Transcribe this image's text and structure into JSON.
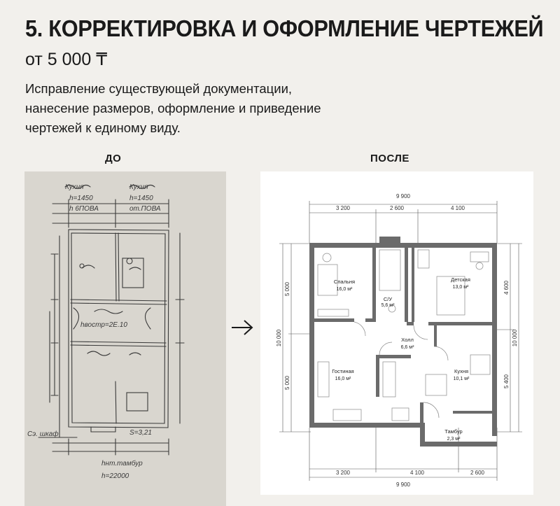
{
  "header": {
    "title": "5. КОРРЕКТИРОВКА И ОФОРМЛЕНИЕ ЧЕРТЕЖЕЙ",
    "price": "от 5 000 ₸",
    "description_lines": [
      "Исправление существующей документации,",
      "нанесение размеров, оформление и приведение",
      "чертежей к единому виду."
    ]
  },
  "labels": {
    "before": "ДО",
    "after": "ПОСЛЕ"
  },
  "sketch": {
    "notes": [
      "Кухня",
      "Кухня",
      "h=1450",
      "h=1450",
      "h 6ПОВА",
      "от.ПОВА",
      "hвостр=2Е.10",
      "Сэ. шкаф",
      "S=3,21",
      "hнт.тамбур",
      "h=22000"
    ]
  },
  "plan": {
    "dims_top": {
      "total": "9 900",
      "parts": [
        "3 200",
        "2 600",
        "4 100"
      ]
    },
    "dims_bottom": {
      "total": "9 900",
      "parts": [
        "3 200",
        "4 100",
        "2 600"
      ]
    },
    "dims_left": {
      "total": "10 000",
      "parts": [
        "5 000",
        "5 000"
      ]
    },
    "dims_right": {
      "total": "10 000",
      "parts": [
        "4 600",
        "5 400"
      ]
    },
    "rooms": [
      {
        "name": "Спальня",
        "area": "16,0 м²"
      },
      {
        "name": "Детская",
        "area": "13,0 м²"
      },
      {
        "name": "С/У",
        "area": "5,6 м²"
      },
      {
        "name": "Холл",
        "area": "6,6 м²"
      },
      {
        "name": "Гостиная",
        "area": "16,0 м²"
      },
      {
        "name": "Кухня",
        "area": "10,1 м²"
      },
      {
        "name": "Тамбур",
        "area": "2,3 м²"
      }
    ]
  }
}
